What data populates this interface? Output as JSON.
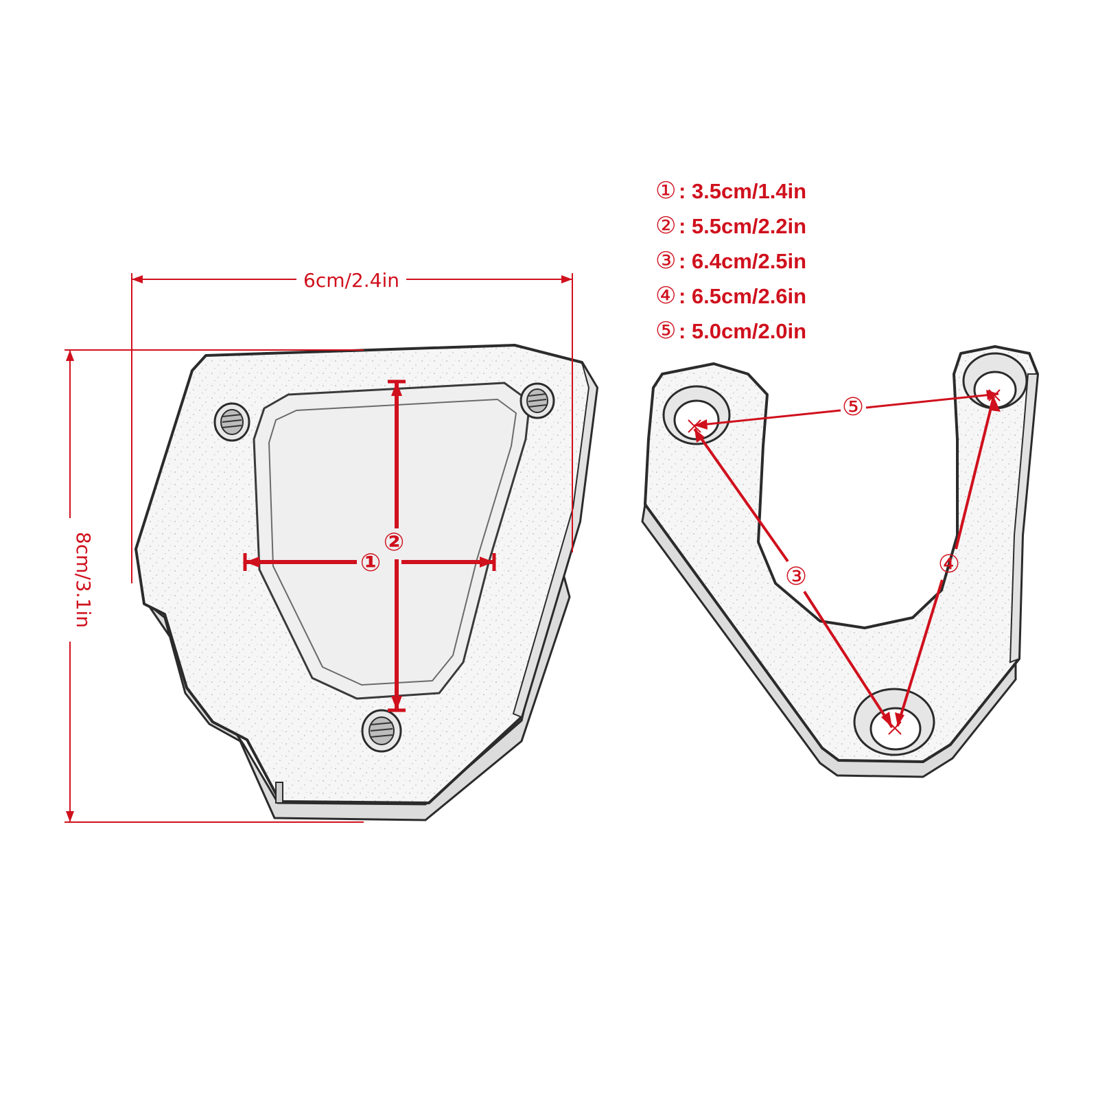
{
  "colors": {
    "dimension_red": "#d0101d",
    "outline": "#2b2b2b",
    "part_fill": "#f4f4f4"
  },
  "diagram": {
    "left_part": {
      "width_label": "6cm/2.4in",
      "height_label": "8cm/3.1in",
      "marker_1": "①",
      "marker_2": "②"
    },
    "right_part": {
      "marker_3": "③",
      "marker_4": "④",
      "marker_5": "⑤"
    }
  },
  "legend": [
    {
      "marker": "①",
      "value": ": 3.5cm/1.4in"
    },
    {
      "marker": "②",
      "value": ": 5.5cm/2.2in"
    },
    {
      "marker": "③",
      "value": ": 6.4cm/2.5in"
    },
    {
      "marker": "④",
      "value": ": 6.5cm/2.6in"
    },
    {
      "marker": "⑤",
      "value": ": 5.0cm/2.0in"
    }
  ]
}
